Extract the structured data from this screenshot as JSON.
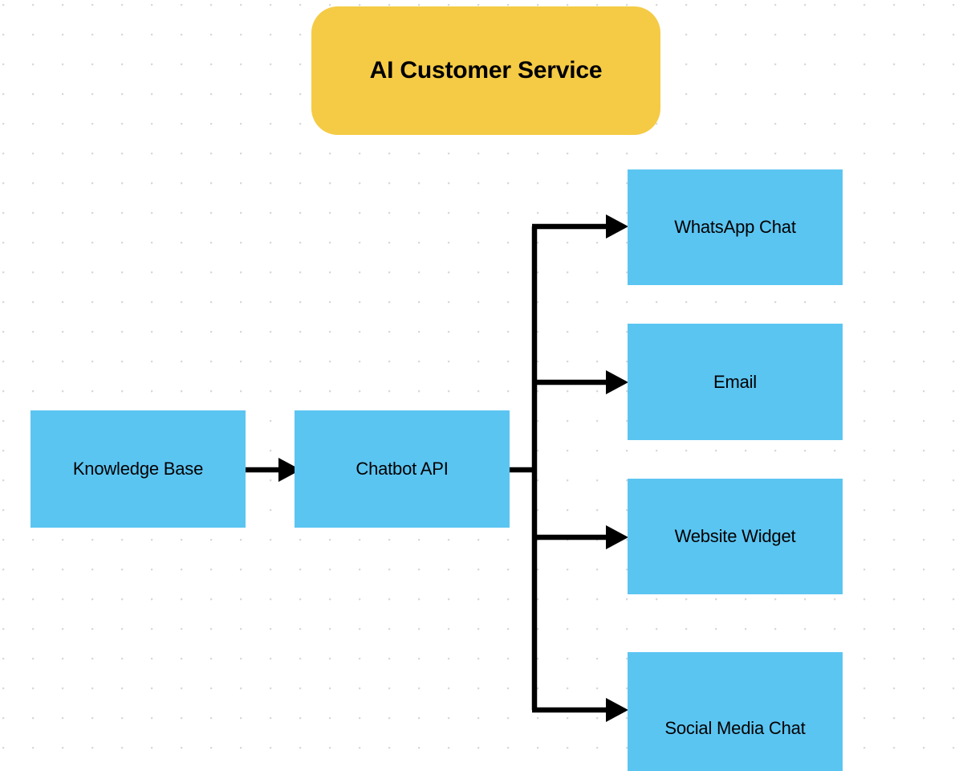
{
  "diagram": {
    "type": "flowchart",
    "title_node": {
      "id": "ai-customer-service",
      "label": "AI Customer Service",
      "shape": "rounded-rectangle",
      "color": "#f5cb45"
    },
    "nodes": [
      {
        "id": "knowledge-base",
        "label": "Knowledge Base",
        "shape": "rectangle",
        "color": "#5bc5f2"
      },
      {
        "id": "chatbot-api",
        "label": "Chatbot API",
        "shape": "rectangle",
        "color": "#5bc5f2"
      },
      {
        "id": "whatsapp-chat",
        "label": "WhatsApp Chat",
        "shape": "rectangle",
        "color": "#5bc5f2"
      },
      {
        "id": "email",
        "label": "Email",
        "shape": "rectangle",
        "color": "#5bc5f2"
      },
      {
        "id": "website-widget",
        "label": "Website Widget",
        "shape": "rectangle",
        "color": "#5bc5f2"
      },
      {
        "id": "social-chat",
        "label": "Social Media Chat",
        "shape": "rectangle",
        "color": "#5bc5f2"
      }
    ],
    "edges": [
      {
        "from": "knowledge-base",
        "to": "chatbot-api",
        "style": "straight-arrow",
        "label": ""
      },
      {
        "from": "chatbot-api",
        "to": "whatsapp-chat",
        "style": "elbow-arrow",
        "label": ""
      },
      {
        "from": "chatbot-api",
        "to": "email",
        "style": "elbow-arrow",
        "label": ""
      },
      {
        "from": "chatbot-api",
        "to": "website-widget",
        "style": "elbow-arrow",
        "label": ""
      },
      {
        "from": "chatbot-api",
        "to": "social-chat",
        "style": "elbow-arrow",
        "label": ""
      }
    ],
    "canvas": {
      "background": "#ffffff",
      "grid": "dotted",
      "edge_color": "#000000"
    }
  }
}
